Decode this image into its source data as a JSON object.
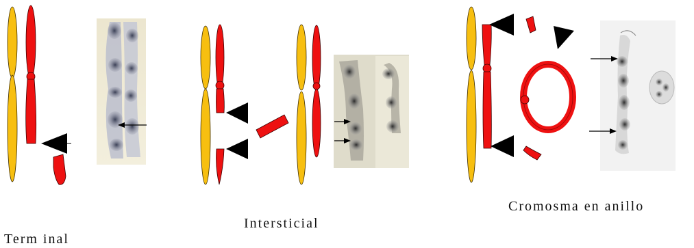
{
  "captions": {
    "terminal": "Term inal",
    "intersticial": "Intersticial",
    "anillo": "Cromosma en anillo"
  },
  "colors": {
    "normal_chromosome": "#f7bf10",
    "deleted_chromosome": "#ee1111",
    "arrow": "#000000",
    "outline": "#3a2a00"
  },
  "icons": [
    "arrowhead-marker",
    "thin-arrow",
    "chromosome-shape",
    "ring-chromosome",
    "micrograph"
  ]
}
